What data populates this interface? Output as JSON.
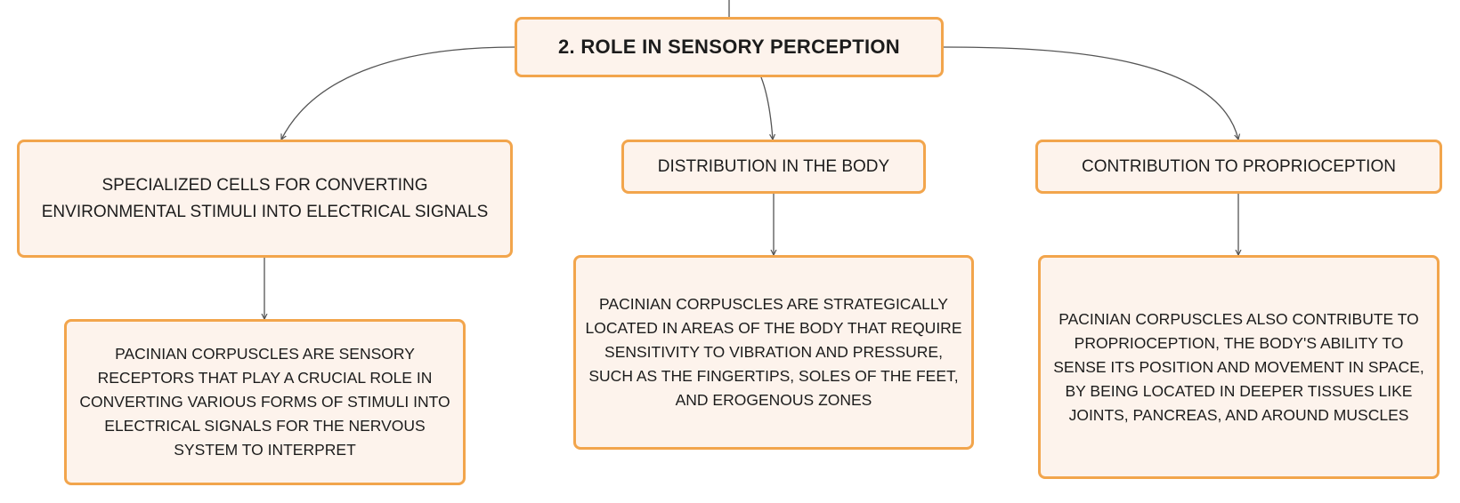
{
  "diagram": {
    "root": {
      "label": "2. ROLE IN SENSORY PERCEPTION"
    },
    "branches": [
      {
        "label": "SPECIALIZED CELLS FOR CONVERTING ENVIRONMENTAL STIMULI INTO ELECTRICAL SIGNALS",
        "detail": "PACINIAN CORPUSCLES ARE SENSORY RECEPTORS THAT PLAY A CRUCIAL ROLE IN CONVERTING VARIOUS FORMS OF STIMULI INTO ELECTRICAL SIGNALS FOR THE NERVOUS SYSTEM TO INTERPRET"
      },
      {
        "label": "DISTRIBUTION IN THE BODY",
        "detail": "PACINIAN CORPUSCLES ARE STRATEGICALLY LOCATED IN AREAS OF THE BODY THAT REQUIRE SENSITIVITY TO VIBRATION AND PRESSURE, SUCH AS THE FINGERTIPS, SOLES OF THE FEET, AND EROGENOUS ZONES"
      },
      {
        "label": "CONTRIBUTION TO PROPRIOCEPTION",
        "detail": "PACINIAN CORPUSCLES ALSO CONTRIBUTE TO PROPRIOCEPTION, THE BODY'S ABILITY TO SENSE ITS POSITION AND MOVEMENT IN SPACE, BY BEING LOCATED IN DEEPER TISSUES LIKE JOINTS, PANCREAS, AND AROUND MUSCLES"
      }
    ]
  },
  "colors": {
    "node_fill": "#fdf3ec",
    "node_border": "#f2a54c",
    "connector": "#555555",
    "text": "#1c1c1c"
  }
}
